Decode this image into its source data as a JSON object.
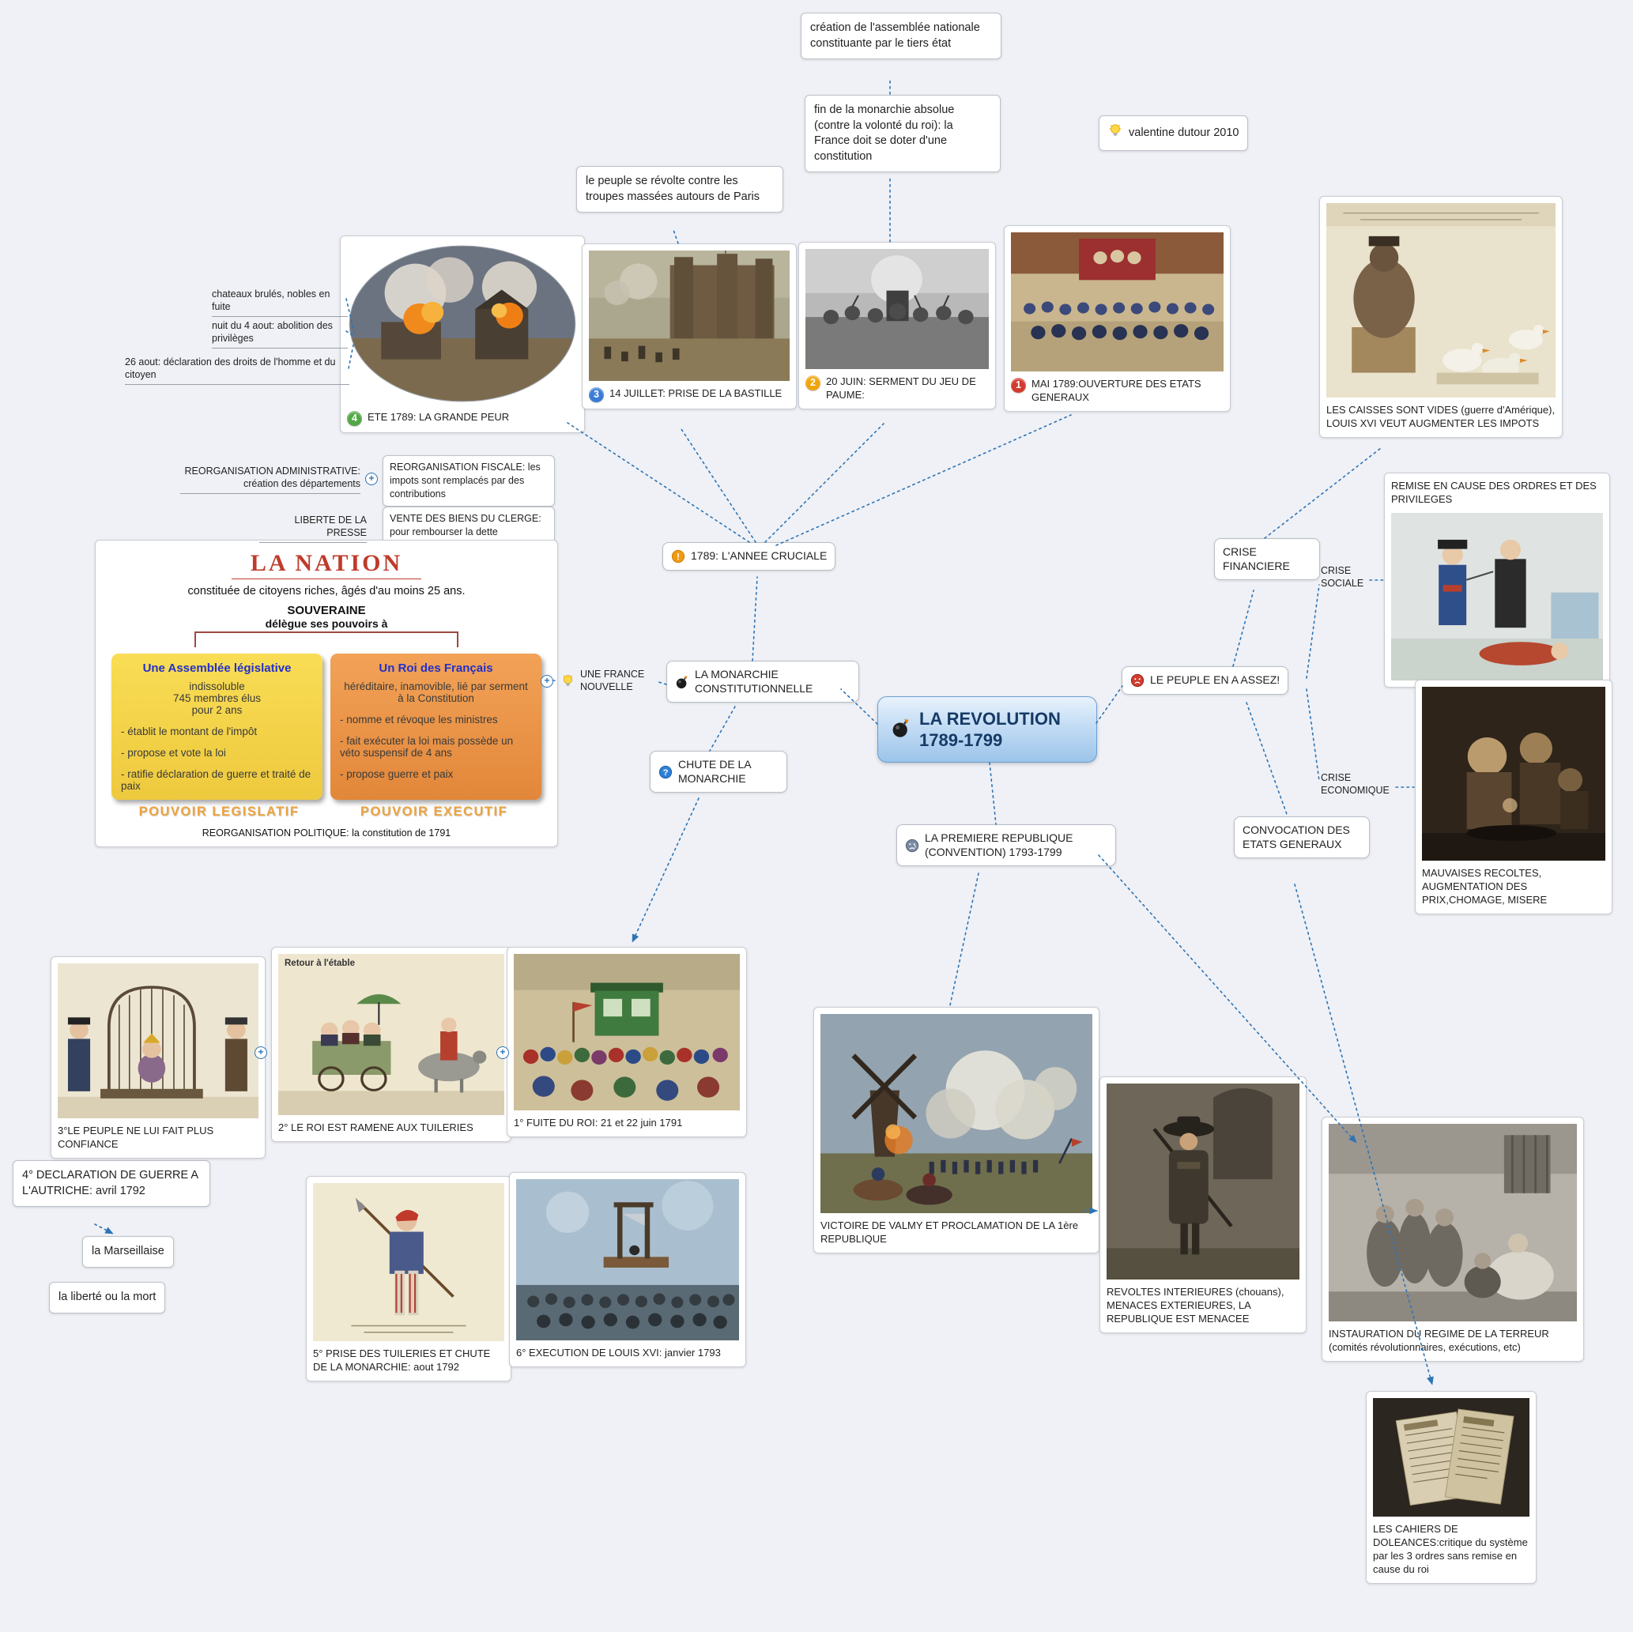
{
  "canvas": {
    "bg": "#eff1f6",
    "accent": "#2e74b5"
  },
  "author": {
    "icon": "lightbulb-icon",
    "label": "valentine dutour 2010"
  },
  "central": {
    "icon": "bomb-icon",
    "line1": "LA REVOLUTION",
    "line2": "1789-1799"
  },
  "topics": {
    "annee_cruciale": "1789: L'ANNEE CRUCIALE",
    "monarchie": "LA MONARCHIE CONSTITUTIONNELLE",
    "france_nouvelle": "UNE FRANCE NOUVELLE",
    "chute": "CHUTE DE LA MONARCHIE",
    "peuple": "LE PEUPLE EN A ASSEZ!",
    "republique": "LA PREMIERE REPUBLIQUE (CONVENTION) 1793-1799",
    "crise_financiere": "CRISE FINANCIERE",
    "crise_sociale": "CRISE SOCIALE",
    "crise_economique": "CRISE ECONOMIQUE",
    "convocation": "CONVOCATION DES ETATS GENERAUX"
  },
  "notes": {
    "assemblee": "création de l'assemblée nationale constituante par le tiers état",
    "fin_monarchie": "fin de la monarchie absolue (contre la volonté du roi): la France doit se doter d'une constitution",
    "revolte": "le peuple se révolte contre les troupes massées autours de Paris",
    "chateaux": "chateaux brulés, nobles en fuite",
    "nuit4aout": "nuit du 4 aout: abolition des privilèges",
    "aout26": "26 aout: déclaration des droits de l'homme et du citoyen",
    "reorg_admin": "REORGANISATION ADMINISTRATIVE: création des départements",
    "reorg_fiscale": "REORGANISATION FISCALE: les impots sont remplacés par des contributions",
    "liberte_presse": "LIBERTE DE LA PRESSE",
    "vente_clerge": "VENTE DES BIENS DU CLERGE: pour rembourser la dette",
    "declaration_guerre": "4° DECLARATION DE GUERRE A L'AUTRICHE: avril 1792",
    "marseillaise": "la Marseillaise",
    "liberte_mort": "la liberté ou la mort"
  },
  "figures": {
    "grande_peur": {
      "marker": "4",
      "caption": "ETE 1789: LA GRANDE PEUR"
    },
    "bastille": {
      "marker": "3",
      "caption": "14 JUILLET: PRISE DE LA BASTILLE"
    },
    "jeu_paume": {
      "marker": "2",
      "caption": "20 JUIN: SERMENT DU JEU DE PAUME:"
    },
    "etats_generaux": {
      "marker": "1",
      "caption": "MAI 1789:OUVERTURE DES ETATS GENERAUX"
    },
    "caisses": {
      "caption": "LES CAISSES SONT VIDES (guerre d'Amérique), LOUIS XVI VEUT AUGMENTER LES IMPOTS"
    },
    "ordres": {
      "caption": "REMISE EN CAUSE DES ORDRES ET DES PRIVILEGES"
    },
    "recoltes": {
      "caption": "MAUVAISES RECOLTES, AUGMENTATION DES PRIX,CHOMAGE, MISERE"
    },
    "cage": {
      "caption": "3°LE PEUPLE NE LUI FAIT PLUS CONFIANCE"
    },
    "etable": {
      "image_text": "Retour à l'étable",
      "caption": "2° LE ROI EST RAMENE AUX TUILERIES"
    },
    "fuite": {
      "caption": "1° FUITE DU ROI: 21 et 22 juin 1791"
    },
    "sansculotte": {
      "caption": "5° PRISE DES TUILERIES ET CHUTE DE LA MONARCHIE: aout 1792"
    },
    "execution": {
      "caption": "6° EXECUTION DE LOUIS XVI: janvier 1793"
    },
    "valmy": {
      "caption": "VICTOIRE DE VALMY ET PROCLAMATION DE LA 1ère REPUBLIQUE"
    },
    "chouans": {
      "caption": "REVOLTES INTERIEURES (chouans), MENACES EXTERIEURES, LA REPUBLIQUE EST MENACEE"
    },
    "terreur": {
      "caption": "INSTAURATION DU REGIME DE LA TERREUR (comités révolutionnaires, exécutions, etc)"
    },
    "cahiers": {
      "caption": "LES CAHIERS DE DOLEANCES:critique du système par les 3 ordres sans remise en cause du roi"
    }
  },
  "nation": {
    "title": "LA NATION",
    "subtitle": "constituée de citoyens riches, âgés d'au moins 25 ans.",
    "souveraine": "SOUVERAINE",
    "delegue": "délègue ses pouvoirs à",
    "left": {
      "title": "Une Assemblée législative",
      "intro": "indissoluble\n745 membres élus\npour 2 ans",
      "items": [
        "- établit le montant de l'impôt",
        "- propose et vote la loi",
        "- ratifie déclaration de guerre et traité de paix"
      ],
      "footer": "POUVOIR LEGISLATIF"
    },
    "right": {
      "title": "Un Roi des Français",
      "intro": "héréditaire, inamovible, lié par serment à la Constitution",
      "items": [
        "- nomme et révoque les ministres",
        "- fait exécuter la loi mais possède un véto suspensif de 4 ans",
        "- propose guerre et paix"
      ],
      "footer": "POUVOIR EXECUTIF"
    },
    "caption": "REORGANISATION POLITIQUE: la constitution de 1791"
  }
}
